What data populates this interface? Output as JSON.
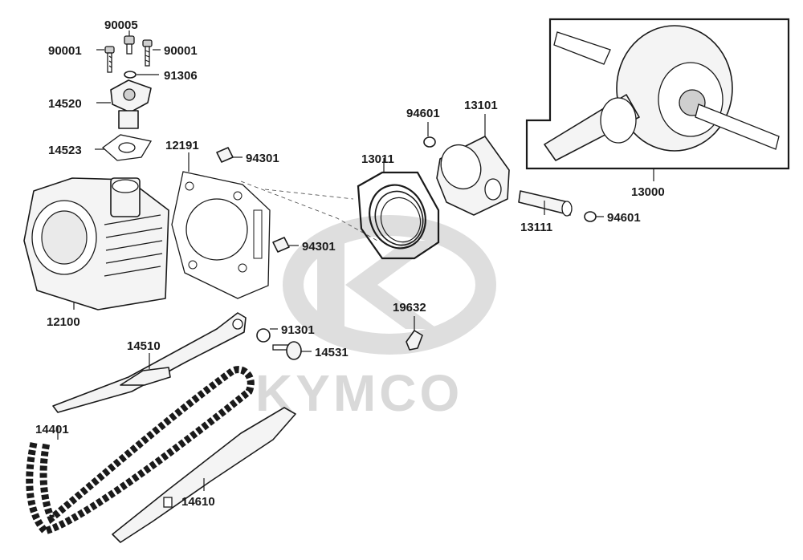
{
  "watermark": {
    "brand": "KYMCO"
  },
  "colors": {
    "ink": "#1a1a1a",
    "watermark": "#d9d9d9",
    "background": "#ffffff"
  },
  "labels": {
    "p90005": "90005",
    "p90001_left": "90001",
    "p90001_right": "90001",
    "p91306": "91306",
    "p14520": "14520",
    "p14523": "14523",
    "p12191": "12191",
    "p94301_top": "94301",
    "p94301_mid": "94301",
    "p12100": "12100",
    "p13011": "13011",
    "p94601_left": "94601",
    "p13101": "13101",
    "p13111": "13111",
    "p94601_right": "94601",
    "p13000": "13000",
    "p19632": "19632",
    "p91301": "91301",
    "p14531": "14531",
    "p14510": "14510",
    "p14401": "14401",
    "p14610": "14610"
  }
}
